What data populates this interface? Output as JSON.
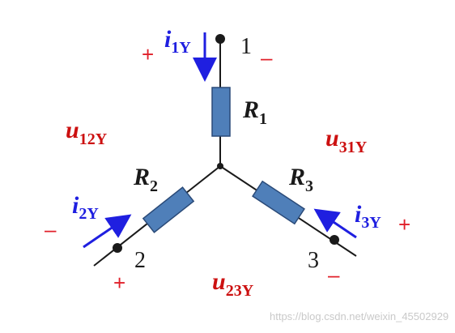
{
  "colors": {
    "wire": "#1a1a1a",
    "resistor_fill": "#4f7fb9",
    "resistor_stroke": "#2a4a78",
    "current_arrow": "#1f1fe0",
    "current_label": "#1f1fe0",
    "voltage_label": "#cc1010",
    "polarity_sign": "#e0202a"
  },
  "resistors": [
    {
      "main": "R",
      "sub": "1"
    },
    {
      "main": "R",
      "sub": "2"
    },
    {
      "main": "R",
      "sub": "3"
    }
  ],
  "currents": [
    {
      "main": "i",
      "sub": "1Y"
    },
    {
      "main": "i",
      "sub": "2Y"
    },
    {
      "main": "i",
      "sub": "3Y"
    }
  ],
  "voltages": [
    {
      "main": "u",
      "sub": "12Y"
    },
    {
      "main": "u",
      "sub": "31Y"
    },
    {
      "main": "u",
      "sub": "23Y"
    }
  ],
  "nodes": [
    "1",
    "2",
    "3"
  ],
  "signs": {
    "n1_plus": "+",
    "n1_minus": "–",
    "n2_minus": "–",
    "n2_plus": "+",
    "n3_plus": "+",
    "n3_minus": "–"
  },
  "watermark": "https://blog.csdn.net/weixin_45502929"
}
